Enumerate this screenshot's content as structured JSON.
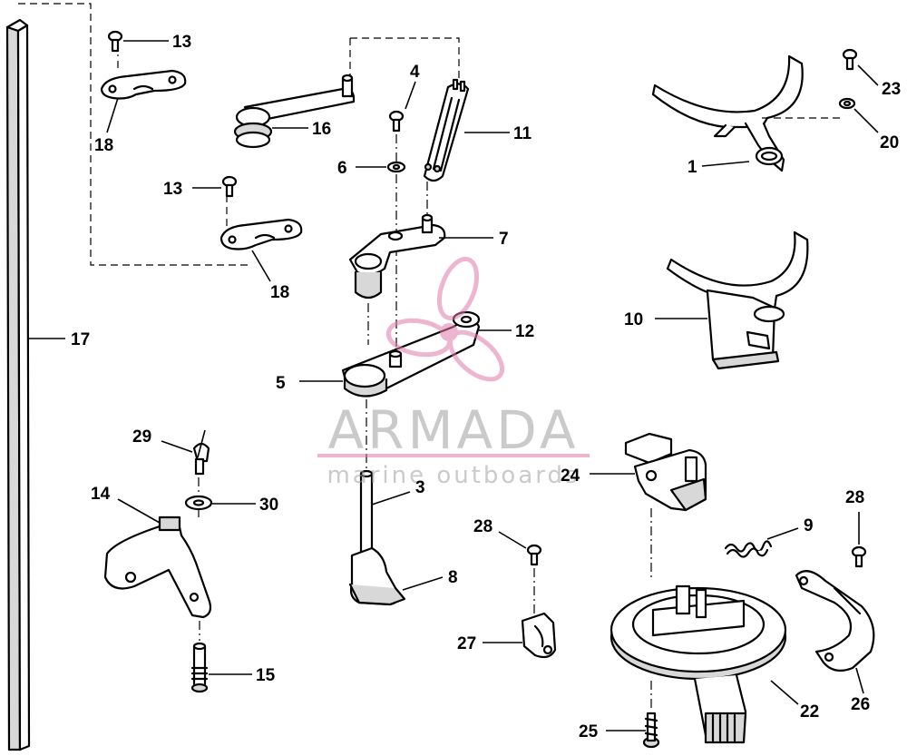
{
  "labels": {
    "p1": "1",
    "p3": "3",
    "p4": "4",
    "p5": "5",
    "p6": "6",
    "p7": "7",
    "p8": "8",
    "p9": "9",
    "p10": "10",
    "p11": "11",
    "p12": "12",
    "p13a": "13",
    "p13b": "13",
    "p14": "14",
    "p15": "15",
    "p16": "16",
    "p17": "17",
    "p18a": "18",
    "p18b": "18",
    "p20": "20",
    "p22": "22",
    "p23": "23",
    "p24": "24",
    "p25": "25",
    "p26": "26",
    "p27": "27",
    "p28a": "28",
    "p28b": "28",
    "p29": "29",
    "p30": "30"
  },
  "watermark": {
    "brand": "ARMADA",
    "tagline": "marine outboards",
    "color": "#e07aa8"
  }
}
